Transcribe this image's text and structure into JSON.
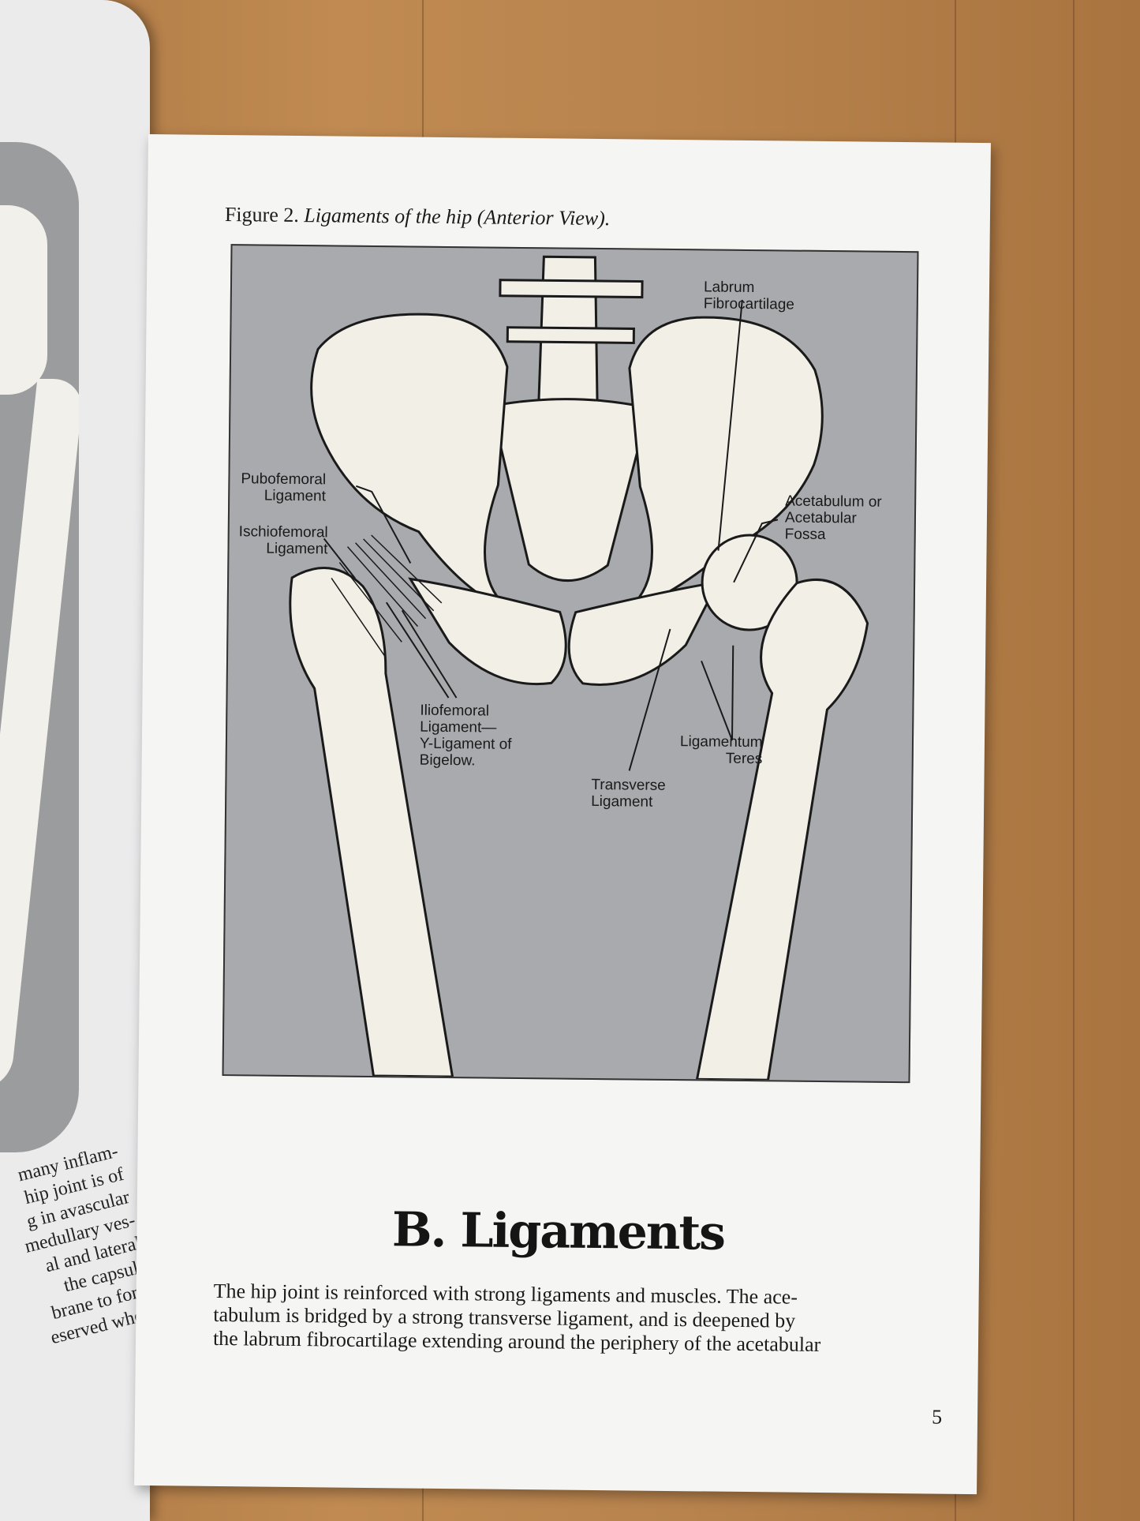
{
  "figure": {
    "number": "Figure 2.",
    "title": "Ligaments of the hip (Anterior View).",
    "labels": {
      "labrum": [
        "Labrum",
        "Fibrocartilage"
      ],
      "pubofemoral": [
        "Pubofemoral",
        "Ligament"
      ],
      "ischiofemoral": [
        "Ischiofemoral",
        "Ligament"
      ],
      "acetabulum": [
        "Acetabulum or",
        "Acetabular",
        "Fossa"
      ],
      "iliofemoral": [
        "Iliofemoral",
        "Ligament—",
        "Y-Ligament of",
        "Bigelow."
      ],
      "ligamentum_teres": [
        "Ligamentum",
        "Teres"
      ],
      "transverse": [
        "Transverse",
        "Ligament"
      ]
    }
  },
  "section": {
    "title": "B. Ligaments",
    "body_lines": [
      "The hip joint is reinforced with strong ligaments and muscles. The ace-",
      "tabulum is bridged by a strong transverse ligament, and is deepened by",
      "the labrum fibrocartilage extending around the periphery of the acetabular"
    ]
  },
  "page_number": "5",
  "facing_page": {
    "text_lines": [
      "many inflam-",
      "hip joint is of",
      "g in avascular",
      "medullary ves-",
      "al and lateral",
      "the capsule",
      "brane to form",
      "eserved when-"
    ]
  },
  "colors": {
    "paper": "#f5f5f3",
    "figure_background": "#a9aaad",
    "bone": "#f2efe6",
    "ink": "#1a1a1a",
    "wood": "#b8834d"
  }
}
